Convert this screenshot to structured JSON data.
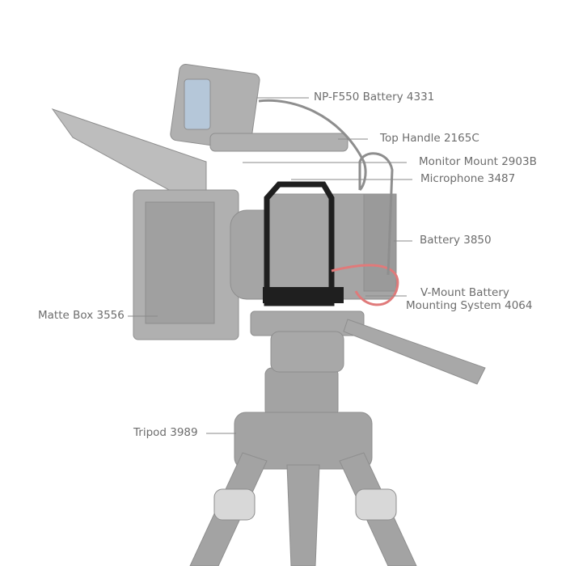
{
  "labels": {
    "np_f550": "NP-F550 Battery 4331",
    "top_handle": "Top Handle 2165C",
    "monitor_mount": "Monitor Mount 2903B",
    "microphone": "Microphone 3487",
    "battery": "Battery 3850",
    "vmount_line1": "V-Mount Battery",
    "vmount_line2": "Mounting System 4064",
    "matte_box": "Matte Box 3556",
    "tripod": "Tripod 3989"
  },
  "colors": {
    "label_text": "#6d6d6d",
    "leader_line": "#8a8a8a",
    "product_gray": "#9a9a9a",
    "cage_black": "#1f1f1f",
    "cable_red": "#e07a7a"
  }
}
